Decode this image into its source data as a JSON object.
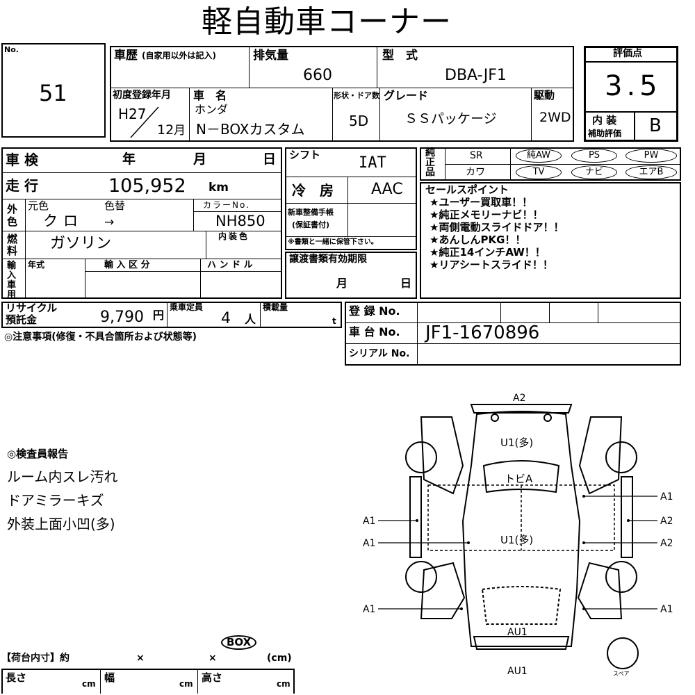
{
  "header": {
    "title": "軽自動車コーナー"
  },
  "lot": {
    "no_label": "No.",
    "number": "51"
  },
  "history": {
    "label": "車歴",
    "note": "(自家用以外は記入)"
  },
  "displacement": {
    "label": "排気量",
    "value": "660"
  },
  "model": {
    "label": "型　式",
    "value": "DBA-JF1"
  },
  "rating": {
    "label": "評価点",
    "value": "3.5",
    "interior_label_1": "内 装",
    "interior_label_2": "補助評価",
    "interior_value": "B"
  },
  "registration": {
    "label": "初度登録年月",
    "era_year": "H27",
    "month": "12",
    "month_unit": "月"
  },
  "car_name": {
    "label": "車　名",
    "maker": "ホンダ",
    "name": "N－BOXカスタム"
  },
  "doors": {
    "label": "形状・ドア数",
    "value": "5D"
  },
  "grade": {
    "label": "グレード",
    "value": "ＳＳパッケージ"
  },
  "drive": {
    "label": "駆動",
    "value": "2WD"
  },
  "inspection": {
    "label": "車 検",
    "year": "年",
    "month": "月",
    "day": "日"
  },
  "shift": {
    "label": "シフト",
    "value": "IAT"
  },
  "equipment": {
    "label_chars": [
      "純",
      "正",
      "品"
    ],
    "sr": "SR",
    "kawa": "カワ",
    "badges": [
      "純AW",
      "PS",
      "PW",
      "TV",
      "ナビ",
      "エアB"
    ]
  },
  "mileage": {
    "label": "走 行",
    "value": "105,952",
    "unit": "km"
  },
  "aircon": {
    "label": "冷　房",
    "value": "AAC"
  },
  "sales": {
    "label": "セールスポイント",
    "points": [
      "★ユーザー買取車！！",
      "★純正メモリーナビ！！",
      "★両側電動スライドドア！！",
      "★あんしんPKG！！",
      "★純正14インチAW！！",
      "★リアシートスライド！！"
    ]
  },
  "color": {
    "ext_label": "外色",
    "original_label": "元色",
    "original": "クロ",
    "change_label": "色替",
    "change": "→",
    "code_label": "カラーNo.",
    "code": "NH850",
    "interior_label": "内装色"
  },
  "warranty": {
    "label_1": "新車整備手帳",
    "label_2": "(保証書付)",
    "note": "※書類と一緒に保管下さい。"
  },
  "fuel": {
    "label": "燃料",
    "value": "ガソリン"
  },
  "import": {
    "label": "輸入車用",
    "year_label": "年式",
    "class_label": "輸 入 区 分",
    "handle_label": "ハ ン ド ル"
  },
  "transfer": {
    "label": "譲渡書類有効期限",
    "month": "月",
    "day": "日"
  },
  "recycle": {
    "label_1": "リサイクル",
    "label_2": "預託金",
    "value": "9,790",
    "unit": "円"
  },
  "capacity": {
    "label": "乗車定員",
    "value": "4",
    "unit": "人"
  },
  "load": {
    "label": "積載量",
    "unit": "t"
  },
  "reg_no": {
    "label": "登 録 No."
  },
  "chassis": {
    "label": "車 台 No.",
    "value": "JF1-1670896"
  },
  "serial": {
    "label": "シリアル No."
  },
  "caution": {
    "label": "◎注意事項(修復・不具合箇所および状態等)"
  },
  "inspector": {
    "label": "◎検査員報告",
    "lines": [
      "ルーム内スレ汚れ",
      "ドアミラーキズ",
      "外装上面小凹(多)"
    ]
  },
  "diagram": {
    "front": "A2",
    "roof_front": "U1(多)",
    "windshield": "トビA",
    "roof_mid": "U1(多)",
    "rear_bumper_inner": "AU1",
    "rear_bumper": "AU1",
    "spare": "スペア",
    "callouts_left": [
      "A1",
      "A1",
      "A1"
    ],
    "callouts_right": [
      "A1",
      "A2",
      "A2",
      "A1"
    ]
  },
  "cargo": {
    "label": "【荷台内寸】約",
    "times1": "×",
    "times2": "×",
    "box": "BOX",
    "unit": "(cm)",
    "length_label": "長さ",
    "width_label": "幅",
    "height_label": "高さ",
    "cm": "cm"
  }
}
